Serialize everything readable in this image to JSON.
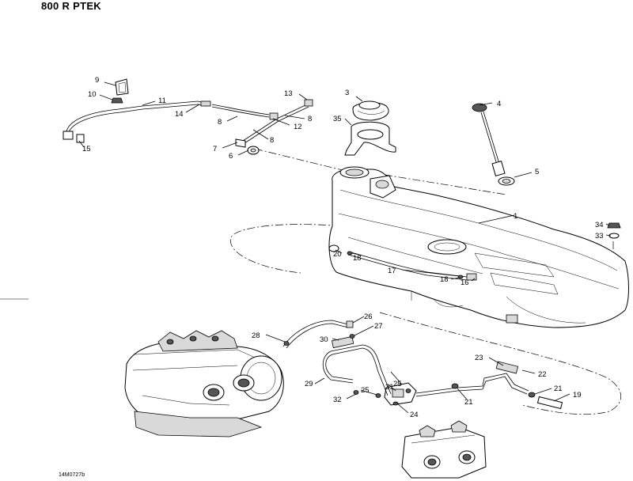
{
  "header": {
    "title": "800 R PTEK"
  },
  "footer": {
    "code": "14M0727b"
  },
  "callouts": [
    "1",
    "3",
    "4",
    "5",
    "6",
    "7",
    "8",
    "8",
    "8",
    "9",
    "10",
    "11",
    "12",
    "13",
    "14",
    "15",
    "16",
    "17",
    "18",
    "18",
    "19",
    "20",
    "21",
    "21",
    "22",
    "23",
    "24",
    "25",
    "25",
    "26",
    "27",
    "28",
    "29",
    "30",
    "31",
    "32",
    "33",
    "34",
    "35"
  ]
}
